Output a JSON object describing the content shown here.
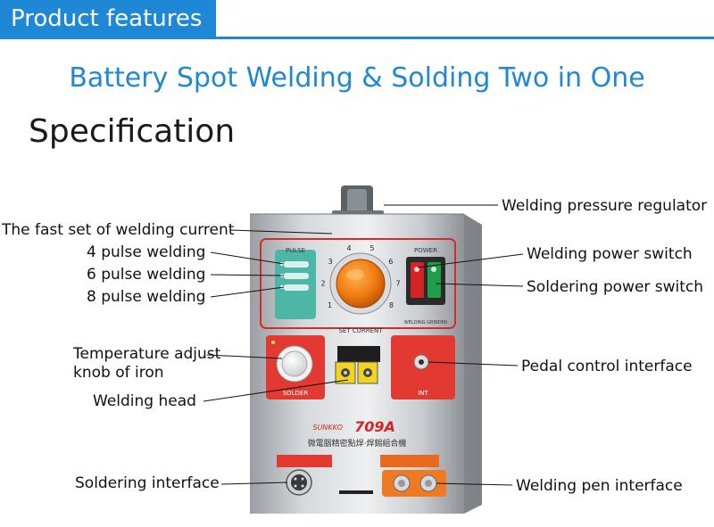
{
  "header": {
    "tab_label": "Product features",
    "accent": "#1e88d6"
  },
  "subtitle": "Battery Spot Welding & Solding Two in One",
  "section_title": "Specification",
  "callouts": {
    "fast_set": "The fast set of welding current",
    "pulse4": "4  pulse welding",
    "pulse6": "6  pulse welding",
    "pulse8": "8  pulse welding",
    "temp_line1": "Temperature adjust",
    "temp_line2": "knob of iron",
    "welding_head": "Welding head",
    "soldering_interface": "Soldering interface",
    "pressure_regulator": "Welding pressure regulator",
    "power_switch": "Welding power switch",
    "solder_switch": "Soldering power switch",
    "pedal": "Pedal control interface",
    "pen_interface": "Welding pen interface"
  },
  "device": {
    "pulse_label": "PULSE",
    "power_label": "POWER",
    "set_current_label": "SET CURRENT",
    "welding_grinder_label": "WELDING GRINDER",
    "solder_label": "SOLDER",
    "int_label": "INT",
    "model": "709A",
    "brand": "SUNKKO",
    "chinese_name": "微電腦精密點焊·焊錫組合機",
    "dial_numbers": [
      "1",
      "2",
      "3",
      "4",
      "5",
      "6",
      "7",
      "8"
    ]
  }
}
